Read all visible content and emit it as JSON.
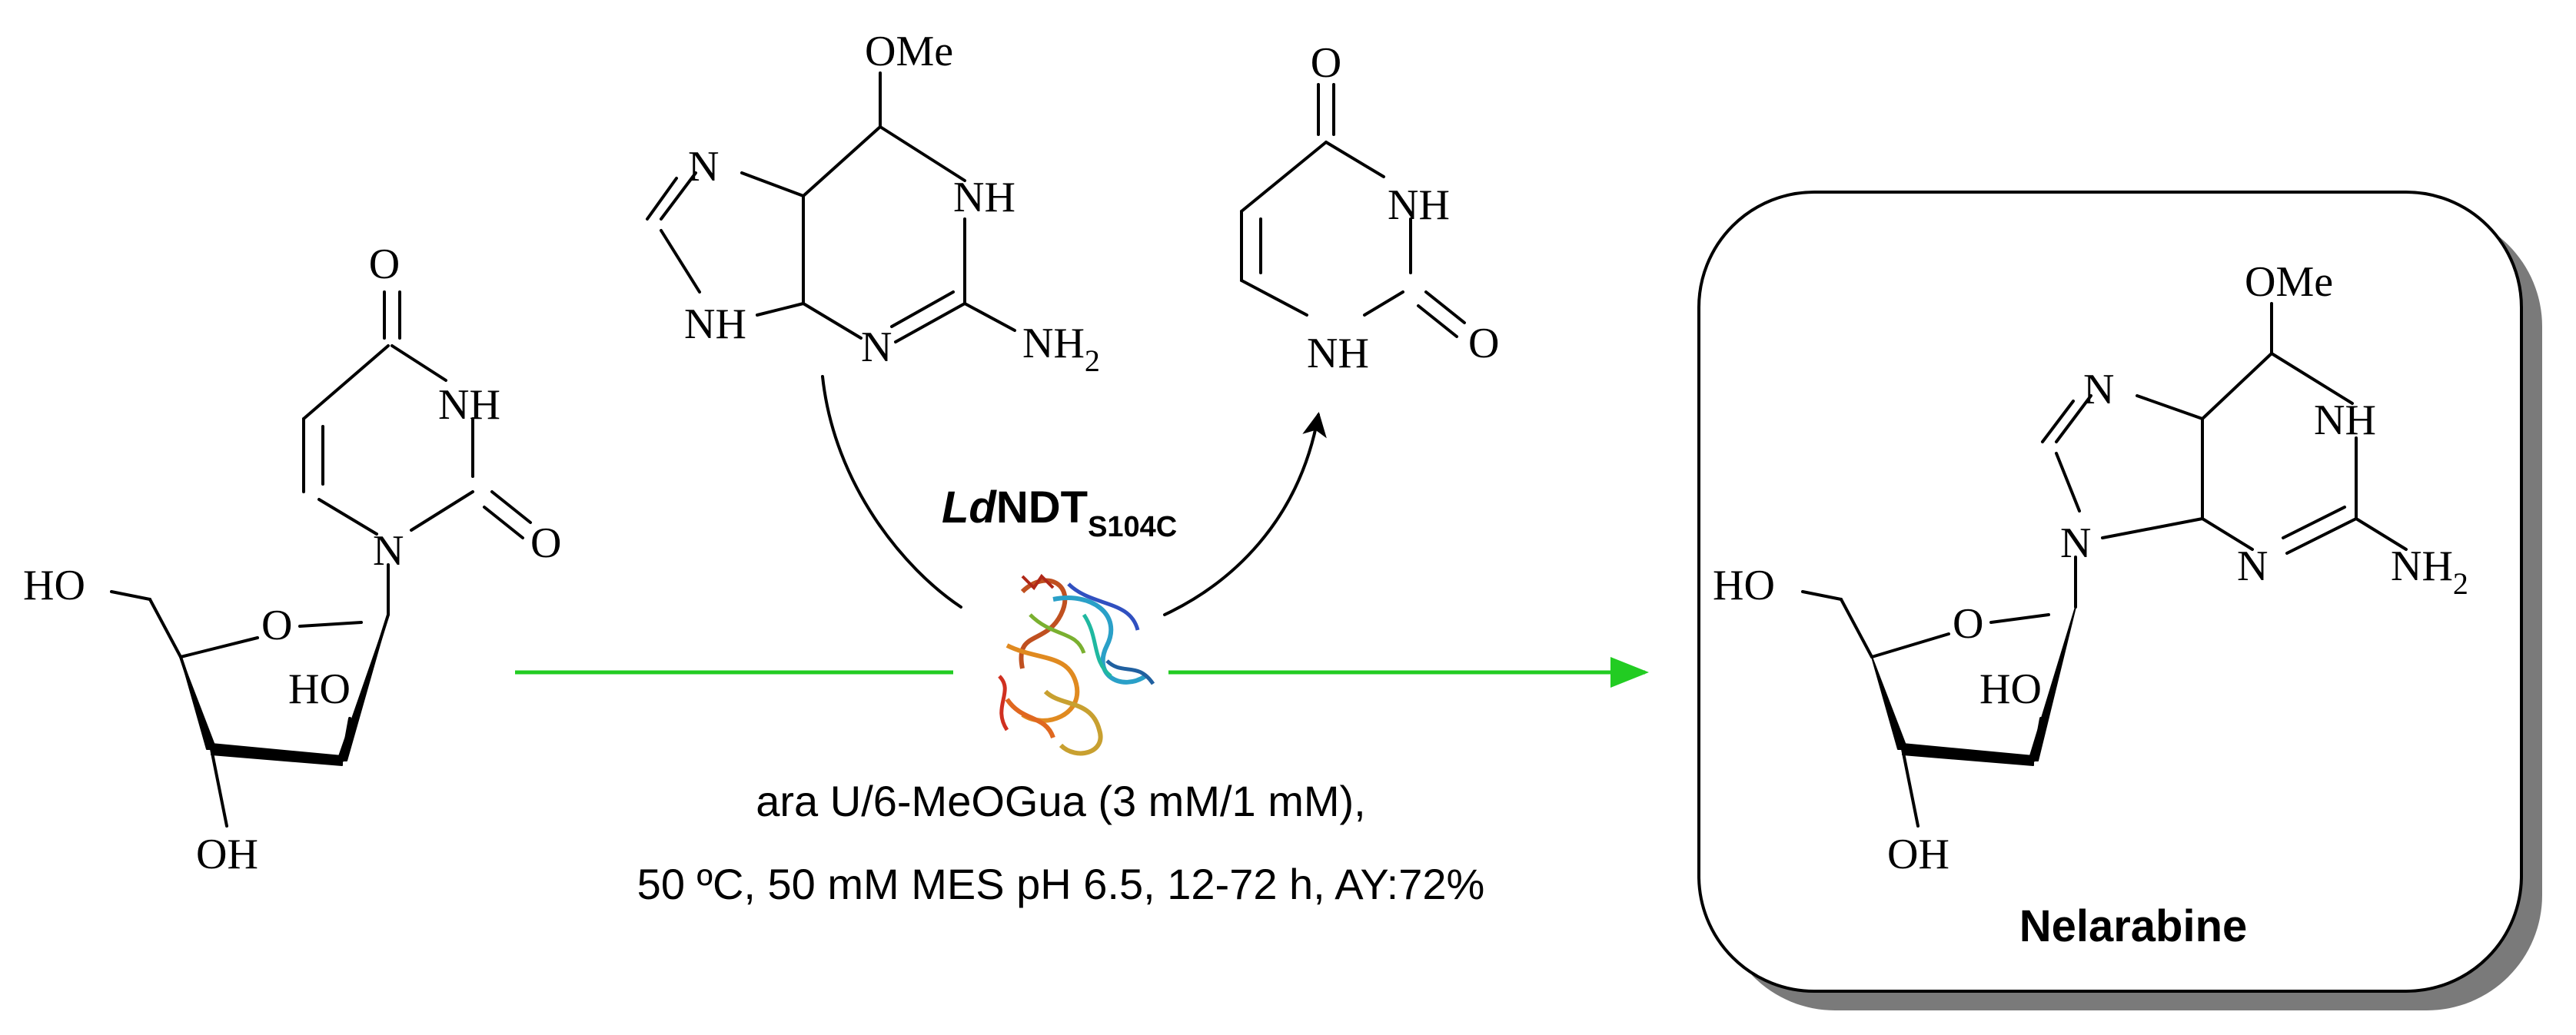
{
  "atoms": {
    "O": "O",
    "NH": "NH",
    "N": "N",
    "HO": "HO",
    "OH": "OH",
    "OMe": "OMe",
    "NH2_main": "NH",
    "NH2_sub": "2"
  },
  "reaction": {
    "enzyme_prefix": "Ld",
    "enzyme_name": "NDT",
    "enzyme_variant": "S104C",
    "conditions_line1": "ara U/6-MeOGua (3 mM/1 mM),",
    "conditions_line2": "50 ºC, 50 mM MES pH 6.5, 12-72 h, AY:72%"
  },
  "product": {
    "name": "Nelarabine"
  },
  "colors": {
    "arrow": "#22cc22",
    "bond": "#000000",
    "box_shadow": "#7a7a7a"
  }
}
